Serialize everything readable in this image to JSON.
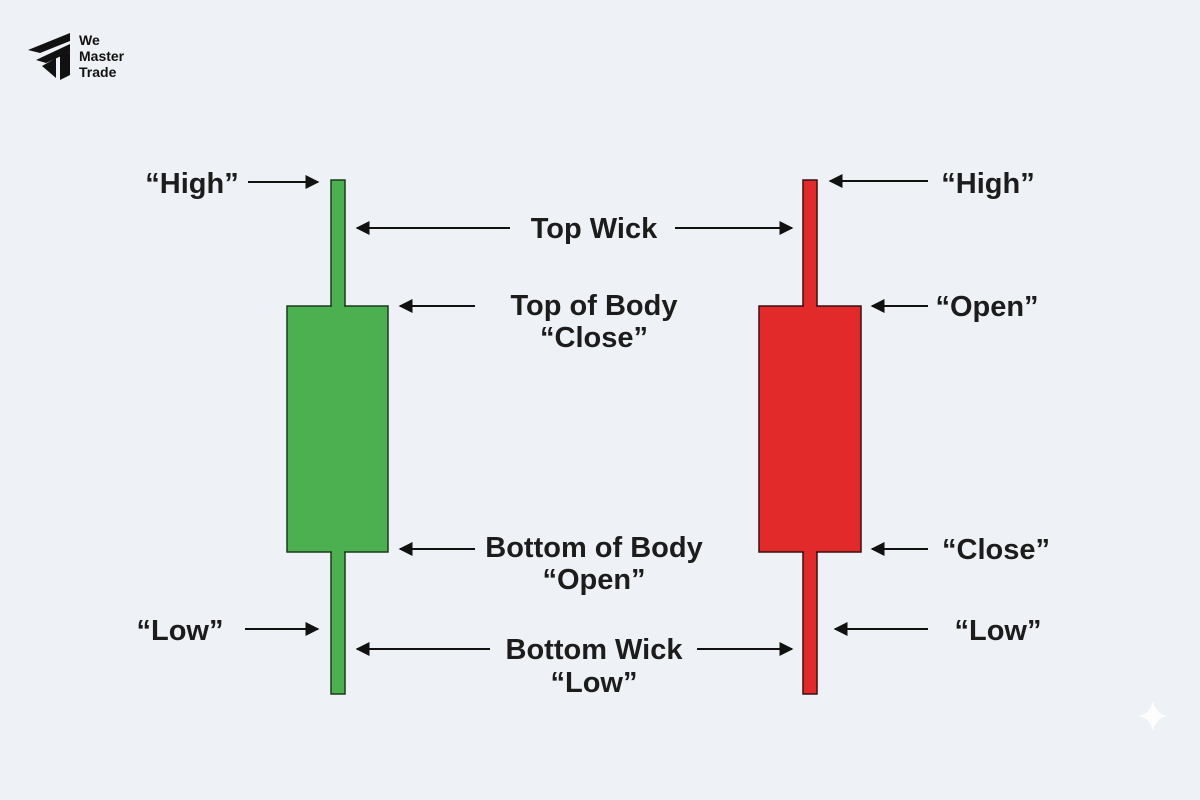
{
  "logo": {
    "line1": "We",
    "line2": "Master",
    "line3": "Trade"
  },
  "colors": {
    "bullish": "#4caf50",
    "bearish": "#e22a2a",
    "background": "#eef1f5"
  },
  "bullish_candle": {
    "high_label": "“High”",
    "top_body_label": "Top of Body",
    "top_body_value": "“Close”",
    "bottom_body_label": "Bottom of Body",
    "bottom_body_value": "“Open”",
    "low_label": "“Low”"
  },
  "shared": {
    "top_wick_label": "Top Wick",
    "bottom_wick_label": "Bottom Wick",
    "bottom_wick_value": "“Low”"
  },
  "bearish_candle": {
    "high_label": "“High”",
    "open_label": "“Open”",
    "close_label": "“Close”",
    "low_label": "“Low”"
  }
}
